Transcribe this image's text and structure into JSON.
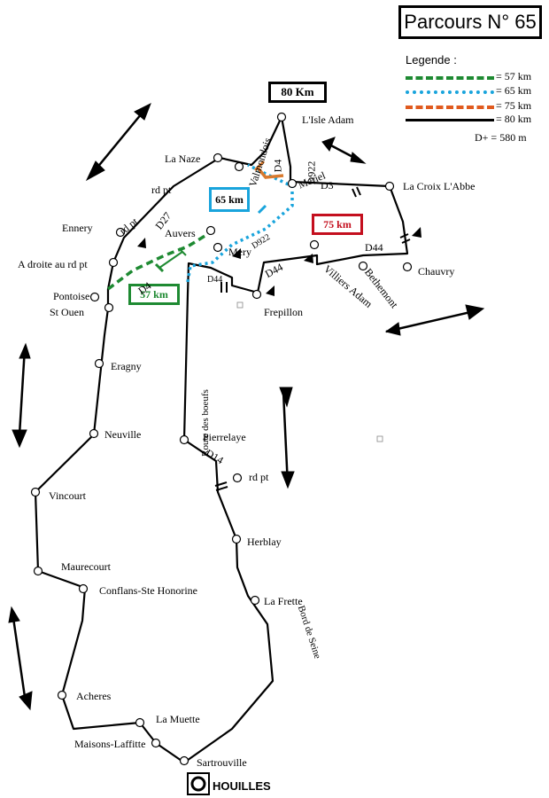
{
  "title": "Parcours N° 65",
  "legend": {
    "title": "Legende :",
    "items": [
      {
        "label": "= 57 km",
        "color": "#1e8a32"
      },
      {
        "label": "= 65 km",
        "color": "#19a4dc"
      },
      {
        "label": "= 75 km",
        "color": "#e05a1e"
      },
      {
        "label": "= 80 km",
        "color": "#000000"
      }
    ],
    "elevation": "D+ = 580 m"
  },
  "route_boxes": {
    "r80": "80 Km",
    "r65": "65 km",
    "r75": "75 km",
    "r57": "57 km"
  },
  "start": "HOUILLES",
  "places": {
    "lisle_adam": "L'Isle Adam",
    "valmondois": "Valmondois",
    "la_naze": "La Naze",
    "rd_pt_1": "rd pt",
    "rd_pt_2": "rd pt",
    "rd_pt_3": "rd pt",
    "ennery": "Ennery",
    "auvers": "Auvers",
    "a_droite": "A droite au rd pt",
    "mery": "Mery",
    "meriel": "Meriel",
    "la_croix": "La Croix L'Abbe",
    "chauvry": "Chauvry",
    "bethemont": "Bethemont",
    "villiers": "Villiers Adam",
    "frepillon": "Frepillon",
    "pontoise": "Pontoise",
    "st_ouen": "St Ouen",
    "eragny": "Eragny",
    "neuville": "Neuville",
    "vincourt": "Vincourt",
    "maurecourt": "Maurecourt",
    "conflans": "Conflans-Ste Honorine",
    "acheres": "Acheres",
    "la_muette": "La Muette",
    "maisons": "Maisons-Laffitte",
    "sartrouville": "Sartrouville",
    "pierrelaye": "Pierrelaye",
    "herblay": "Herblay",
    "la_frette": "La Frette"
  },
  "roads": {
    "d4_top": "D4",
    "d922_top": "D922",
    "d3": "D3",
    "d27": "D27",
    "d922_mid": "D922",
    "d44_a": "D44",
    "d44_b": "D44",
    "d44_c": "D44",
    "d4_low": "D4",
    "d14": "D14",
    "route_boeufs": "Route des boeufs",
    "bord_seine": "Bord de Seine"
  }
}
